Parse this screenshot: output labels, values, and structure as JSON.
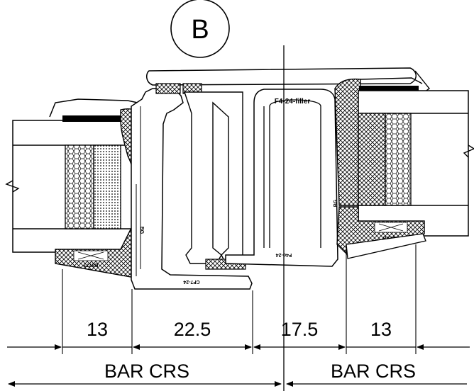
{
  "detail_marker": "B",
  "part_labels": {
    "filler": "F4-24-filler",
    "profile_f": "F4o-24",
    "profile_c": "CF7-24",
    "block_left": "B8773",
    "block_right": "B8773",
    "spacer_left": "BG",
    "spacer_right": "BG"
  },
  "dimensions": {
    "d1": "13",
    "d2": "22.5",
    "d3": "17.5",
    "d4": "13"
  },
  "bar_crs_left": "BAR CRS",
  "bar_crs_right": "BAR CRS"
}
